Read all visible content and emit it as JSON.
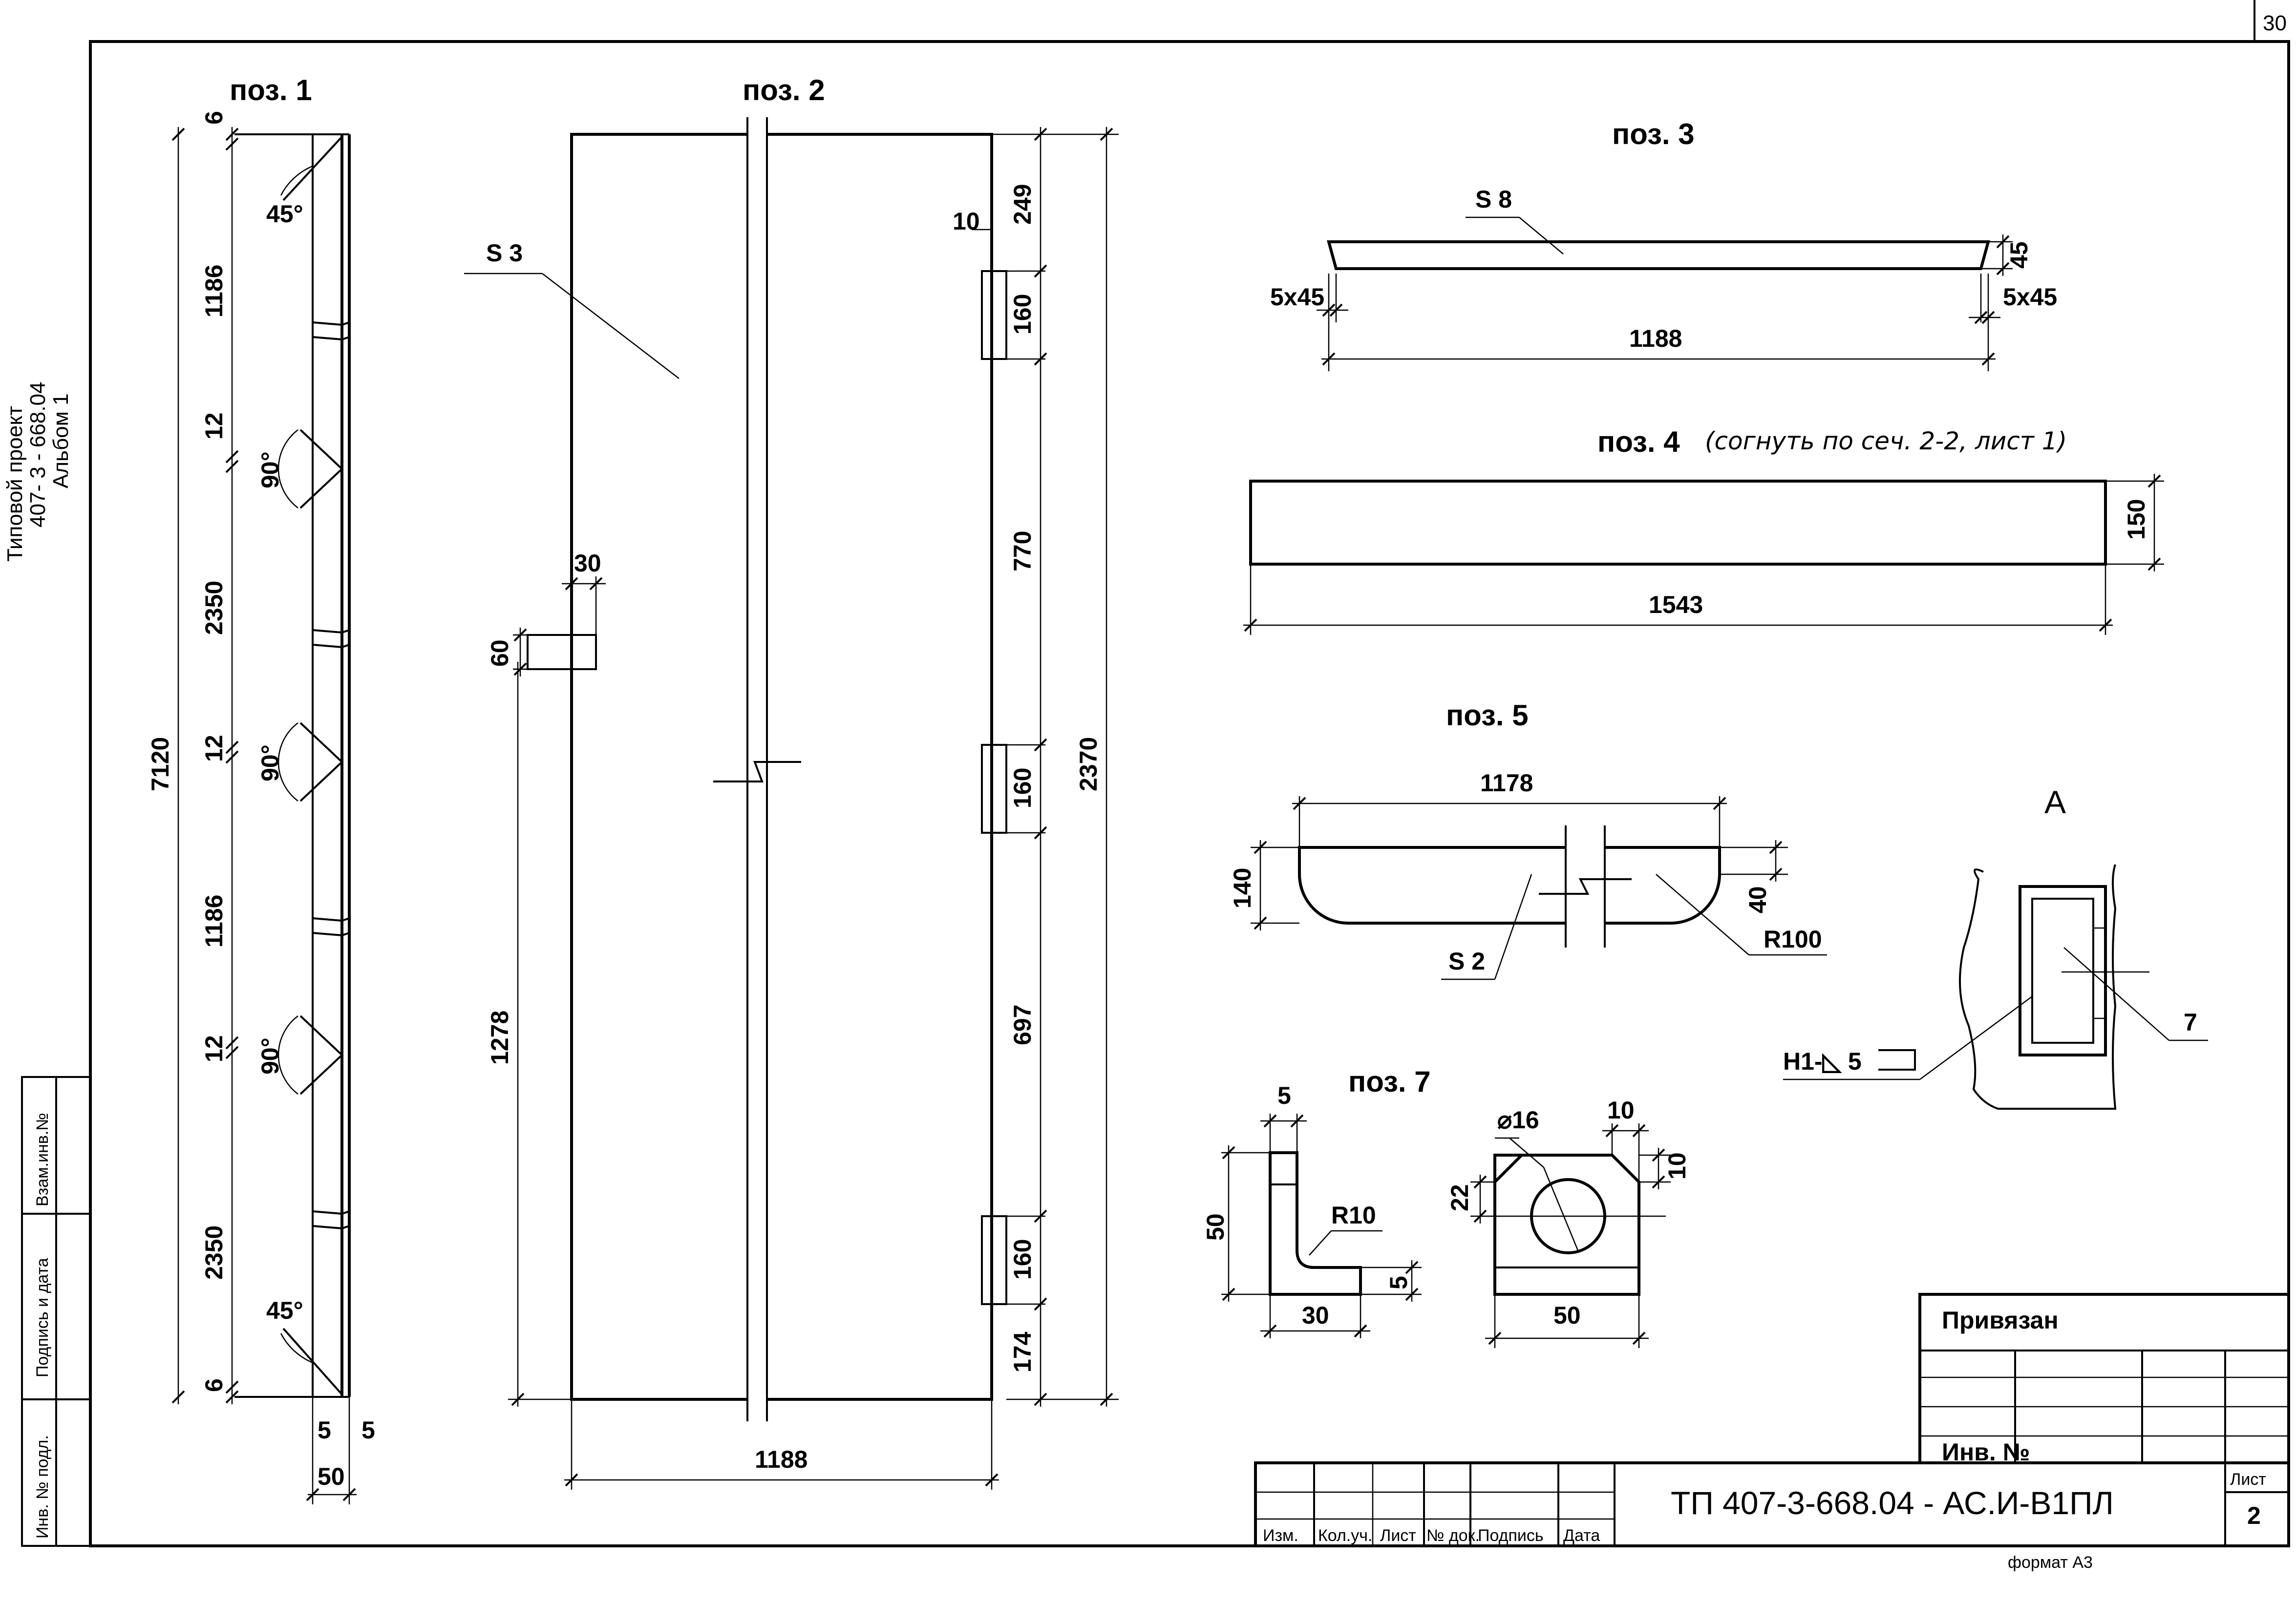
{
  "sheet_number": "30",
  "side_title": {
    "line1": "Типовой проект",
    "line2": "407- 3 - 668.04",
    "line3": "Альбом 1"
  },
  "left_stamp": {
    "vzam": "Взам.инв.№",
    "podpis": "Подпись и дата",
    "inv": "Инв. № подл."
  },
  "pos1": {
    "title": "поз. 1",
    "d_top": "6",
    "d_1186a": "1186",
    "d_12a": "12",
    "d_2350a": "2350",
    "d_12b": "12",
    "d_1186b": "1186",
    "d_12c": "12",
    "d_2350b": "2350",
    "d_bottom": "6",
    "d_total": "7120",
    "angle_top": "45°",
    "angle_1": "90°",
    "angle_2": "90°",
    "angle_3": "90°",
    "angle_bottom": "45°",
    "d_5a": "5",
    "d_5b": "5",
    "d_50": "50"
  },
  "pos2": {
    "title": "поз. 2",
    "thickness": "S 3",
    "d_30": "30",
    "d_60": "60",
    "d_1278": "1278",
    "d_10": "10",
    "d_249": "249",
    "d_160a": "160",
    "d_770": "770",
    "d_160b": "160",
    "d_697": "697",
    "d_160c": "160",
    "d_174": "174",
    "d_2370": "2370",
    "d_1188": "1188"
  },
  "pos3": {
    "title": "поз. 3",
    "thickness": "S 8",
    "chamfer_left": "5x45",
    "chamfer_right": "5x45",
    "d_45": "45",
    "d_1188": "1188"
  },
  "pos4": {
    "title": "поз. 4",
    "note": "(согнуть по сеч. 2-2, лист 1)",
    "d_150": "150",
    "d_1543": "1543"
  },
  "pos5": {
    "title": "поз. 5",
    "thickness": "S 2",
    "d_1178": "1178",
    "d_140": "140",
    "d_40": "40",
    "radius": "R100"
  },
  "pos7": {
    "title": "поз. 7",
    "d_5top": "5",
    "d_50": "50",
    "radius": "R10",
    "d_5right": "5",
    "d_30": "30",
    "diameter": "⌀16",
    "d_10a": "10",
    "d_10b": "10",
    "d_22": "22",
    "d_50b": "50"
  },
  "view_a": {
    "title": "А",
    "weld": "Н1-◺ 5",
    "callout": "7"
  },
  "title_block": {
    "privyazan": "Привязан",
    "inv_no": "Инв. №",
    "col_izm": "Изм.",
    "col_koluch": "Кол.уч.",
    "col_list": "Лист",
    "col_nodok": "№ док.",
    "col_podpis": "Подпись",
    "col_data": "Дата",
    "designation": "ТП   407-3-668.04 - АС.И-В1ПЛ",
    "list_label": "Лист",
    "list_value": "2",
    "format": "формат А3"
  }
}
